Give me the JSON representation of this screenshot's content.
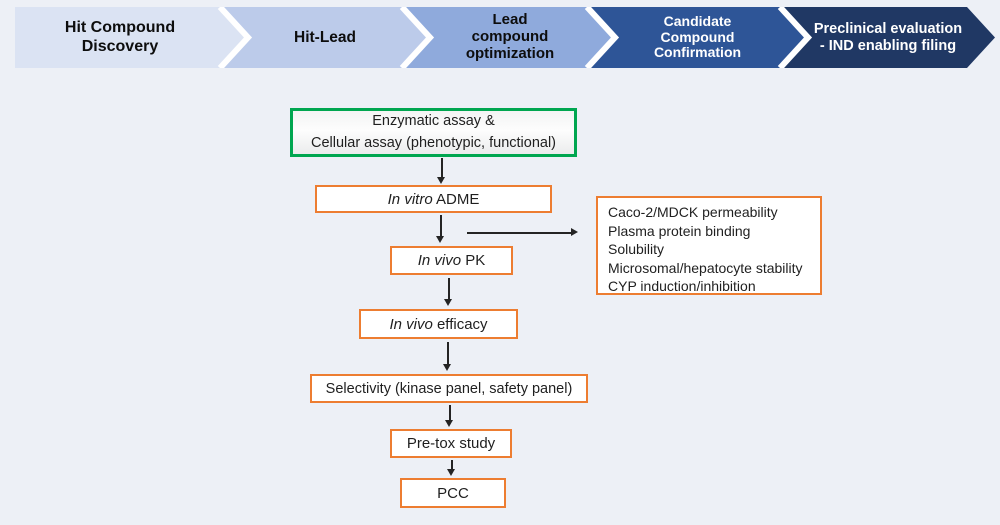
{
  "banner": {
    "stages": [
      {
        "label": "Hit Compound\nDiscovery",
        "fill": "#dbe3f3",
        "text_color": "#0d0d0d"
      },
      {
        "label": "Hit-Lead",
        "fill": "#bccbea",
        "text_color": "#0d0d0d"
      },
      {
        "label": "Lead\ncompound\noptimization",
        "fill": "#8faadc",
        "text_color": "#0d0d0d"
      },
      {
        "label": "Candidate\nCompound\nConfirmation",
        "fill": "#2e5597",
        "text_color": "#ffffff"
      },
      {
        "label": "Preclinical evaluation\n- IND enabling filing",
        "fill": "#203864",
        "text_color": "#ffffff"
      }
    ]
  },
  "flow": {
    "assay": {
      "line1": "Enzymatic assay &",
      "line2": "Cellular assay (phenotypic, functional)",
      "border_color": "#00a650"
    },
    "adme": {
      "italic": "In vitro",
      "rest": " ADME",
      "border_color": "#ed7d31"
    },
    "pk": {
      "italic": "In vivo",
      "rest": " PK",
      "border_color": "#ed7d31"
    },
    "efficacy": {
      "italic": "In vivo",
      "rest": " efficacy",
      "border_color": "#ed7d31"
    },
    "selectivity": {
      "label": "Selectivity (kinase panel, safety panel)",
      "border_color": "#ed7d31"
    },
    "pretox": {
      "label": "Pre-tox study",
      "border_color": "#ed7d31"
    },
    "pcc": {
      "label": "PCC",
      "border_color": "#ed7d31"
    },
    "adme_details": {
      "border_color": "#ed7d31",
      "items": [
        "Caco-2/MDCK permeability",
        "Plasma protein binding",
        "Solubility",
        "Microsomal/hepatocyte stability",
        "CYP induction/inhibition"
      ]
    }
  },
  "colors": {
    "background": "#edf0f6",
    "arrow": "#242424",
    "box_border_orange": "#ed7d31",
    "box_border_green": "#00a650",
    "separator_white": "#ffffff"
  }
}
